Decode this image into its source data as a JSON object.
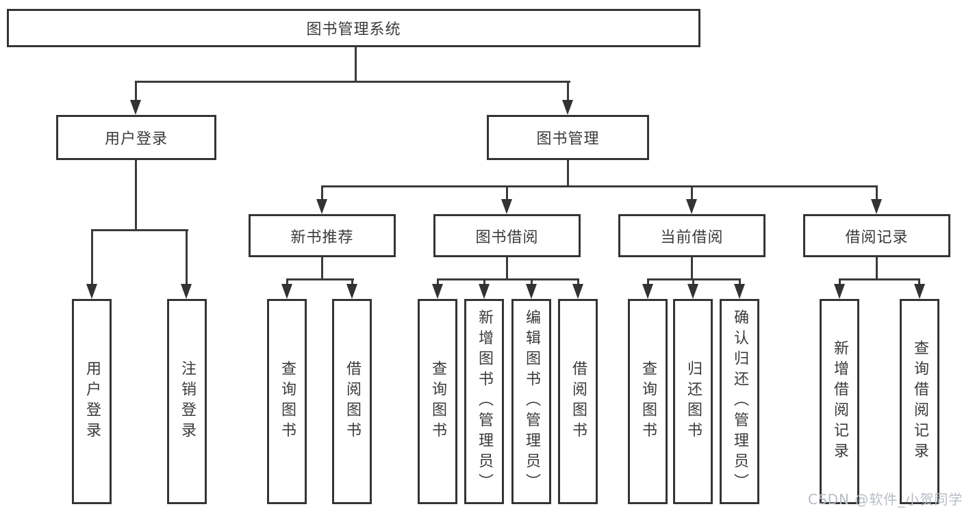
{
  "diagram": {
    "root": "图书管理系统",
    "branches": [
      {
        "label": "用户登录",
        "children": [
          "用户登录",
          "注销登录"
        ]
      },
      {
        "label": "图书管理",
        "sections": [
          {
            "label": "新书推荐",
            "children": [
              "查询图书",
              "借阅图书"
            ]
          },
          {
            "label": "图书借阅",
            "children": [
              "查询图书",
              "新增图书（管理员）",
              "编辑图书（管理员）",
              "借阅图书"
            ]
          },
          {
            "label": "当前借阅",
            "children": [
              "查询图书",
              "归还图书",
              "确认归还（管理员）"
            ]
          },
          {
            "label": "借阅记录",
            "children": [
              "新增借阅记录",
              "查询借阅记录"
            ]
          }
        ]
      }
    ]
  },
  "colors": {
    "line": "#3a3a3a",
    "border": "#343434",
    "text": "#3a3a3a",
    "watermark": "#b7bcc3"
  },
  "watermark": "CSDN @软件_小贺同学"
}
